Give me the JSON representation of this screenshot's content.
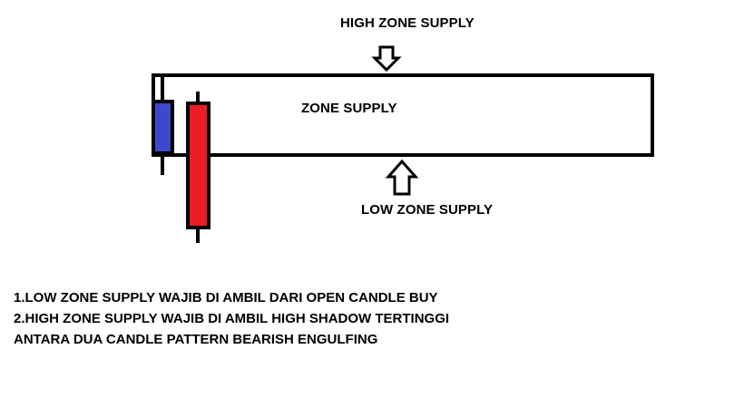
{
  "labels": {
    "high_zone": "HIGH ZONE SUPPLY",
    "zone": "ZONE SUPPLY",
    "low_zone": "LOW ZONE SUPPLY"
  },
  "notes": [
    "1.LOW ZONE SUPPLY WAJIB DI AMBIL DARI OPEN CANDLE BUY",
    "2.HIGH ZONE SUPPLY WAJIB DI AMBIL HIGH SHADOW TERTINGGI",
    "ANTARA DUA CANDLE PATTERN BEARISH ENGULFING"
  ],
  "colors": {
    "bullish_candle": "#3f48cc",
    "bearish_candle": "#ed1c24",
    "outline": "#000000"
  },
  "icons": {
    "high_arrow": "arrow-down-icon",
    "low_arrow": "arrow-up-icon"
  }
}
